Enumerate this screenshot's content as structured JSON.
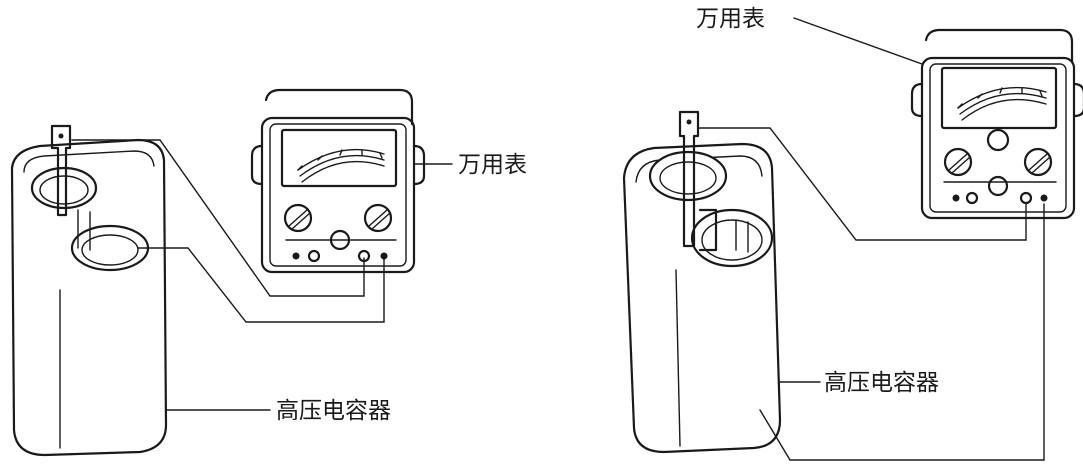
{
  "left_figure": {
    "multimeter_label": "万用表",
    "capacitor_label": "高压电容器"
  },
  "right_figure": {
    "multimeter_label": "万用表",
    "capacitor_label": "高压电容器"
  }
}
